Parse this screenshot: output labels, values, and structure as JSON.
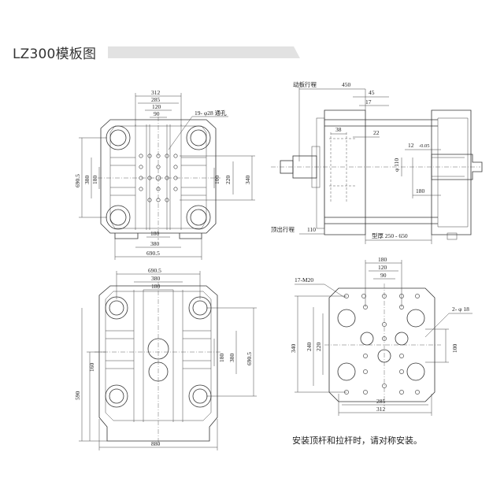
{
  "title": "LZ300模板图",
  "note": "安装顶杆和拉杆时，请对称安装。",
  "tl": {
    "d312": "312",
    "d285": "285",
    "d120": "120",
    "d90": "90",
    "holes": "19- φ28 通孔",
    "d690_left": "690.5",
    "d380_left": "380",
    "d180_left": "180",
    "d100": "100",
    "d220": "220",
    "d340": "340",
    "b180": "180",
    "b380": "380",
    "b690": "690.5"
  },
  "tr": {
    "move_stroke": "动板行程",
    "d450": "450",
    "d45": "45",
    "d17": "17",
    "d38": "38",
    "d22": "22",
    "d12": "12",
    "tol": "-0.05",
    "phi110": "φ 110",
    "d180": "180",
    "eject_stroke": "顶出行程",
    "d110": "110",
    "mold_thickness": "型厚  250 - 650"
  },
  "bl": {
    "d690": "690.5",
    "d380": "380",
    "d180": "180",
    "r180": "180",
    "r380": "380",
    "r690": "690.5",
    "l160": "160",
    "l590": "590",
    "b880": "880"
  },
  "br": {
    "d180": "180",
    "d120": "120",
    "d90": "90",
    "threads": "17-M20",
    "pins": "2- φ 18",
    "l340": "340",
    "l240": "240",
    "l220": "220",
    "r100": "100",
    "b285": "285",
    "b312": "312"
  }
}
